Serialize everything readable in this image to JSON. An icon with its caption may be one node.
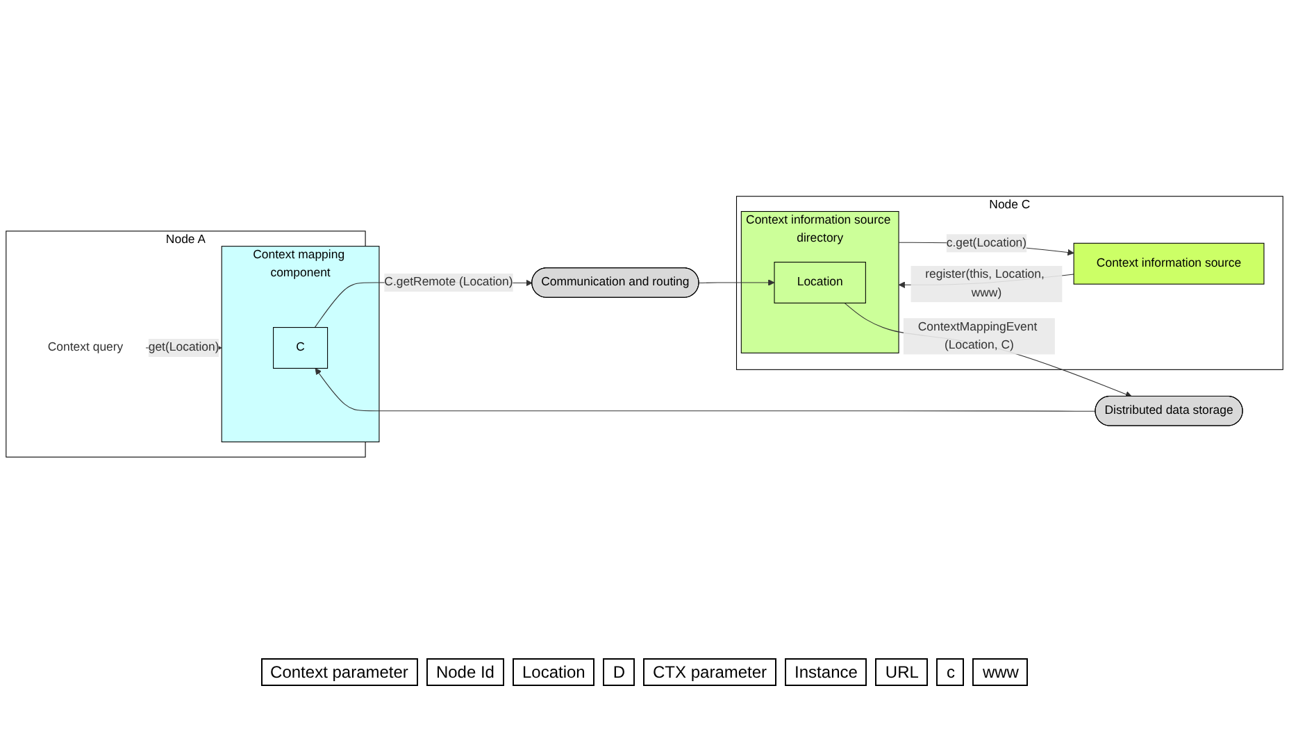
{
  "diagram": {
    "nodes": [
      {
        "text": [
          "Node A"
        ]
      },
      {
        "text": [
          "Context query"
        ],
        "in": 0
      },
      {
        "text": [
          "Context mapping component"
        ],
        "in": 0
      },
      {
        "text": [
          "C"
        ],
        "in": 2
      },
      {
        "text": [
          "Distributed data storage"
        ]
      },
      {
        "text": [
          "Communication and routing"
        ]
      },
      {
        "text": [
          "Node C"
        ]
      },
      {
        "text": [
          "Context information source"
        ],
        "in": 6
      },
      {
        "text": [
          "Context information source directory"
        ],
        "in": 6
      },
      {
        "text": [
          "Location"
        ],
        "in": 8
      }
    ],
    "edges": [
      {
        "from": 1,
        "to": 2,
        "arrow": "to",
        "label": "get(Location)"
      },
      {
        "from": 7,
        "to": 8,
        "arrow": "to",
        "label": "register(this, Location, www)"
      },
      {
        "from": 8,
        "to": 7,
        "arrow": "to",
        "label": "c.get(Location)"
      },
      {
        "from": 9,
        "to": 4,
        "arrow": "to",
        "label": "ContextMappingEvent (Location, C)"
      },
      {
        "from": 4,
        "to": 3,
        "arrow": "to"
      },
      {
        "from": 3,
        "to": 5,
        "arrow": "to",
        "label": "C.getRemote (Location)"
      },
      {
        "from": 5,
        "to": 9,
        "arrow": "to"
      }
    ],
    "labels": [
      "Context parameter",
      "Node Id",
      "Location",
      "D",
      "CTX parameter",
      "Instance",
      "URL",
      "c",
      "www"
    ]
  }
}
